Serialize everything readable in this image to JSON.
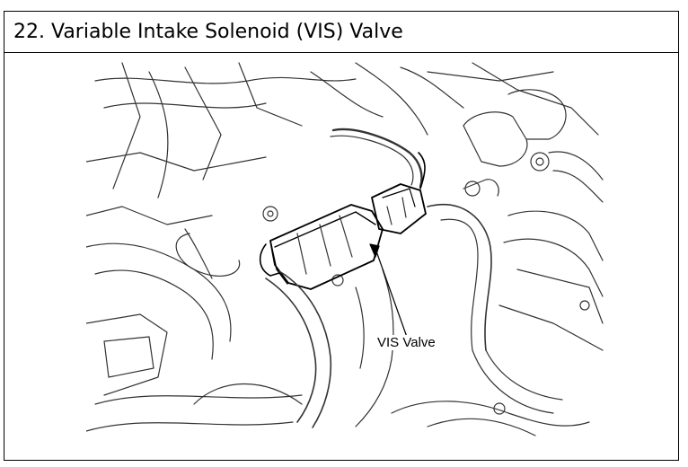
{
  "document": {
    "title": "22. Variable Intake Solenoid (VIS) Valve"
  },
  "figure": {
    "icon": "engine-bay-line-drawing",
    "callout_label": "VIS Valve"
  }
}
